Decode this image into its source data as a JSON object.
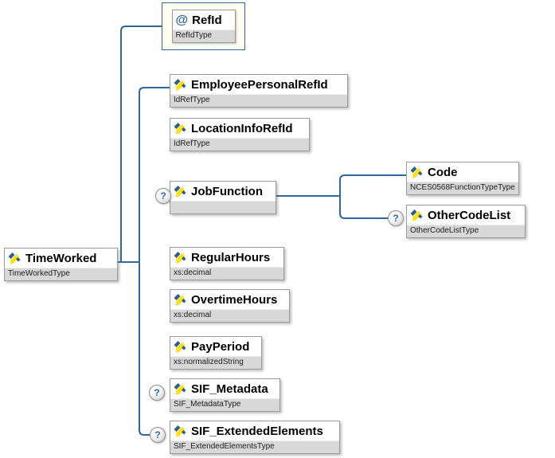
{
  "diagram": {
    "kind": "xml-schema-content-model",
    "root_element": "TimeWorked"
  },
  "icons": {
    "attribute_glyph": "@",
    "optional_glyph": "?",
    "element_icon": "element-stripes-icon"
  },
  "colors": {
    "connector": "#336699",
    "box_border": "#9a9a9a",
    "type_strip_bg": "#d8d8d8",
    "selected_box_bg": "#fffff2",
    "selected_box_border": "#336699",
    "attribute_glyph_color": "#336699",
    "optional_glyph_color": "#3069b0",
    "icon_yellow": "#fde018",
    "icon_blue": "#2d5f8a"
  },
  "nodes": [
    {
      "name": "TimeWorked",
      "type": "TimeWorkedType",
      "kind": "element",
      "optional": false
    },
    {
      "name": "RefId",
      "type": "RefIdType",
      "kind": "attribute",
      "optional": false,
      "selected": true
    },
    {
      "name": "EmployeePersonalRefId",
      "type": "IdRefType",
      "kind": "element",
      "optional": false
    },
    {
      "name": "LocationInfoRefId",
      "type": "IdRefType",
      "kind": "element",
      "optional": false
    },
    {
      "name": "JobFunction",
      "type": "",
      "kind": "element",
      "optional": true
    },
    {
      "name": "Code",
      "type": "NCES0568FunctionTypeType",
      "kind": "element",
      "optional": false
    },
    {
      "name": "OtherCodeList",
      "type": "OtherCodeListType",
      "kind": "element",
      "optional": true
    },
    {
      "name": "RegularHours",
      "type": "xs:decimal",
      "kind": "element",
      "optional": false
    },
    {
      "name": "OvertimeHours",
      "type": "xs:decimal",
      "kind": "element",
      "optional": false
    },
    {
      "name": "PayPeriod",
      "type": "xs:normalizedString",
      "kind": "element",
      "optional": false
    },
    {
      "name": "SIF_Metadata",
      "type": "SIF_MetadataType",
      "kind": "element",
      "optional": true
    },
    {
      "name": "SIF_ExtendedElements",
      "type": "SIF_ExtendedElementsType",
      "kind": "element",
      "optional": true
    }
  ]
}
